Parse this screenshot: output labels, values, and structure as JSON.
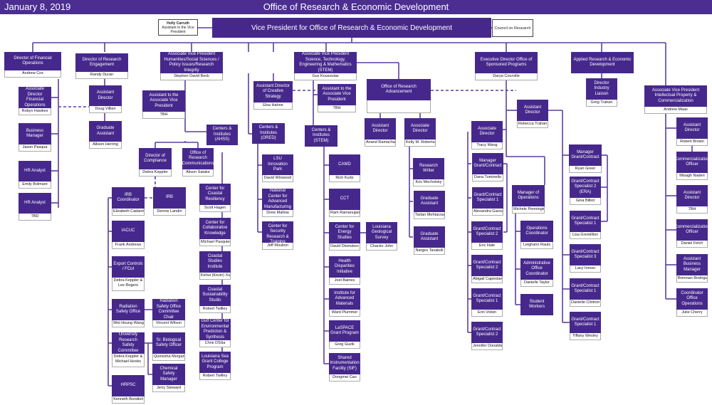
{
  "header": {
    "date": "January 8, 2019",
    "title": "Office of Research & Economic Development"
  },
  "colors": {
    "primary": "#46288c",
    "line": "#5b3ea0",
    "header": "#4b2e90"
  },
  "vp": {
    "title": "Vice President for Office of Research & Economic Development"
  },
  "assistant_vp": {
    "name": "Holly Carruth",
    "title": "Assistant to the Vice President"
  },
  "council": {
    "title": "Council on Research"
  },
  "nodes": {
    "fin_ops": {
      "title": "Director of Financial Operations",
      "name": "Andrew Cox"
    },
    "assoc_fin": {
      "title": "Associate Director Financial Operations",
      "name": "Robyn Hawkes"
    },
    "bus_mgr": {
      "title": "Business Manager",
      "name": "Jason Pasqua"
    },
    "hr1": {
      "title": "HR Analyst",
      "name": "Emily Bolmare"
    },
    "hr2": {
      "title": "HR Analyst",
      "name": "TBD"
    },
    "res_eng": {
      "title": "Director of Research Engagement",
      "name": "Randy Duran"
    },
    "asst_dir_re": {
      "title": "Assistant Director",
      "name": "Doug Villien"
    },
    "grad_re": {
      "title": "Graduate Assistant",
      "name": "Allison Herring"
    },
    "avp_hss": {
      "title": "Associate Vice President Humanities/Social Sciences / Policy Issues/Research Integrity",
      "name": "Stephen David Beck"
    },
    "asst_avp_hss": {
      "title": "Assistant to the Associate Vice President",
      "name": "TBH"
    },
    "ci_ahss": {
      "title": "Centers & Institutes (AHSS)",
      "name": ""
    },
    "compliance": {
      "title": "Director of Compliance",
      "name": "Debra Keppler"
    },
    "res_comm": {
      "title": "Office of Research Communications",
      "name": "Alison Satake"
    },
    "irb_coord": {
      "title": "IRB Coordinator",
      "name": "Elizabeth Cadarette"
    },
    "irb": {
      "title": "IRB",
      "name": "Dennis Landin"
    },
    "iacuc": {
      "title": "IACUC",
      "name": "Frank Andrews"
    },
    "export": {
      "title": "Export Controls / FCoI",
      "name": "Debra Keppler & Les Rogers"
    },
    "rad_safety": {
      "title": "Radiation Safety Office",
      "name": "Wei-Hsung Wang"
    },
    "rad_chair": {
      "title": "Radiation Safety Office Committee Chair",
      "name": "Vincent Wilson"
    },
    "urs_comm": {
      "title": "University Research Safety Committee",
      "name": "Debra Keppler & Michael Hooks"
    },
    "bio_safety": {
      "title": "Sr. Biological Safety Officer",
      "name": "Quinesha Morgan"
    },
    "chem_safety": {
      "title": "Chemical Safety Manager",
      "name": "Jerry Steward"
    },
    "hrpsc": {
      "title": "HRPSC",
      "name": "Kenneth Bondioli"
    },
    "coastal_res": {
      "title": "Center for Coastal Resiliency",
      "name": "Scott Hagen"
    },
    "collab": {
      "title": "Center for Collaborative Knowledge",
      "name": "Michael Pasquier"
    },
    "coastal_studies": {
      "title": "Coastal Studies Institute",
      "name": "Kehui (Kevin) Xu"
    },
    "coastal_sust": {
      "title": "Coastal Sustainability Studio",
      "name": "Robert Twilley"
    },
    "gulf_center": {
      "title": "Gulf Center for Environmental Prediction & Synthesis",
      "name": "Chris D'Elia"
    },
    "sea_grant": {
      "title": "Louisiana Sea Grant College Program",
      "name": "Robert Twilley"
    },
    "creative": {
      "title": "Assistant Director of Creative Strategy",
      "name": "Elsa Hahne"
    },
    "ci_ored": {
      "title": "Centers & Institutes (ORED)",
      "name": ""
    },
    "innov_park": {
      "title": "LSU Innovation Park",
      "name": "David Winwood"
    },
    "ncam": {
      "title": "National Center for Advanced Manufacturing",
      "name": "Drew Mallow"
    },
    "stephenson": {
      "title": "Stephenson Center for Security Research & Training",
      "name": "Jeff Moulton"
    },
    "avp_stem": {
      "title": "Associate Vice President Science, Technology, Engineering & Mathematics (STEM)",
      "name": "Gus Kousoulas"
    },
    "asst_avp_stem": {
      "title": "Assistant to the Associate Vice President",
      "name": "TBH"
    },
    "ci_stem": {
      "title": "Centers & Institutes (STEM)",
      "name": ""
    },
    "camd": {
      "title": "CAMD",
      "name": "Rich Kurtz"
    },
    "cct": {
      "title": "CCT",
      "name": "Ram Ramanujam"
    },
    "energy": {
      "title": "Center for Energy Studies",
      "name": "David Dismukes"
    },
    "geo_survey": {
      "title": "Louisiana Geological Survey",
      "name": "Chacko John"
    },
    "health": {
      "title": "Health Disparities Initiative",
      "name": "Joel Baines"
    },
    "iam": {
      "title": "Institute for Advanced Materials",
      "name": "Ward Plummer"
    },
    "laspace": {
      "title": "LaSPACE Grant Program",
      "name": "Greg Guzik"
    },
    "sif": {
      "title": "Shared Instrumentation Facility (SIF)",
      "name": "Dongmei Cao"
    },
    "ora": {
      "title": "Office of Research Advancement",
      "name": ""
    },
    "ora_asst": {
      "title": "Assistant Director",
      "name": "Anand Ramachandran"
    },
    "ora_assoc": {
      "title": "Associate Director",
      "name": "Kelly M. Robertson"
    },
    "writer": {
      "title": "Research Writer",
      "name": "Kris Mecholsky"
    },
    "grad_ora1": {
      "title": "Graduate Assistant",
      "name": "Tartan Mehtarzadeh"
    },
    "grad_ora2": {
      "title": "Graduate Assistant",
      "name": "Narges Tavakoli"
    },
    "osp": {
      "title": "Executive Director Office of Sponsored Programs",
      "name": "Darya Courville"
    },
    "osp_asst": {
      "title": "Assistant Director",
      "name": "Rebecca Trahan"
    },
    "osp_assoc": {
      "title": "Associate Director",
      "name": "Tracy Wang"
    },
    "mgr_gc1": {
      "title": "Manager Grant/Contract",
      "name": "Dana Tuminello"
    },
    "gcs1a": {
      "title": "Grant/Contract Specialist 1",
      "name": "Alexandra Garcia"
    },
    "gcs2a": {
      "title": "Grant/Contract Specialist 2",
      "name": "Eric Hale"
    },
    "gcs2b": {
      "title": "Grant/Contract Specialist 2",
      "name": "Abigail Capestany"
    },
    "gcs1b": {
      "title": "Grant/Contract Specialist 1",
      "name": "Erin Volsin"
    },
    "gcs2c": {
      "title": "Grant/Contract Specialist 2",
      "name": "Jennifer Donaldson"
    },
    "mgr_ops": {
      "title": "Manager of Operations",
      "name": "Michele Pennington"
    },
    "ops_coord": {
      "title": "Operations Coordinator",
      "name": "Leighann Rauls"
    },
    "admin_coord": {
      "title": "Administrative Office Coordinator",
      "name": "Danielle Taylor"
    },
    "students": {
      "title": "Student Workers",
      "name": ""
    },
    "mgr_gc2": {
      "title": "Manager Grant/Contract",
      "name": "Ryan Greer"
    },
    "gcs2_era": {
      "title": "Grant/Contract Specialist 2 (ERA)",
      "name": "Gina Billiot"
    },
    "gcs1c": {
      "title": "Grant/Contract Specialist 1",
      "name": "Lisa Gremillion"
    },
    "gcs3": {
      "title": "Grant/Contract Specialist 3",
      "name": "Lacy Inmon"
    },
    "gcs1d": {
      "title": "Grant/Contract Specialist 1",
      "name": "Danielle Clintron"
    },
    "gcs1e": {
      "title": "Grant/Contract Specialist 1",
      "name": "Tiffany Wesley"
    },
    "applied": {
      "title": "Applied Research & Economic Development",
      "name": ""
    },
    "industry": {
      "title": "Director Industry Liaison",
      "name": "Greg Trahan"
    },
    "avp_ip": {
      "title": "Associate Vice President Intellectual Property & Commercialization",
      "name": "Andrew Maas"
    },
    "ip_asst1": {
      "title": "Assistant Director",
      "name": "Robert Brown"
    },
    "comm_off1": {
      "title": "Commercialization Officer",
      "name": "Misagh Naderi"
    },
    "ip_asst2": {
      "title": "Assistant Director",
      "name": "TBH"
    },
    "comm_off2": {
      "title": "Commercialization Officer",
      "name": "Daniel Felch"
    },
    "asst_bus": {
      "title": "Assistant Business Manager",
      "name": "Brennan Rodriguez"
    },
    "coord_ops": {
      "title": "Coordinator Office Operations",
      "name": "Julie Cherry"
    }
  }
}
